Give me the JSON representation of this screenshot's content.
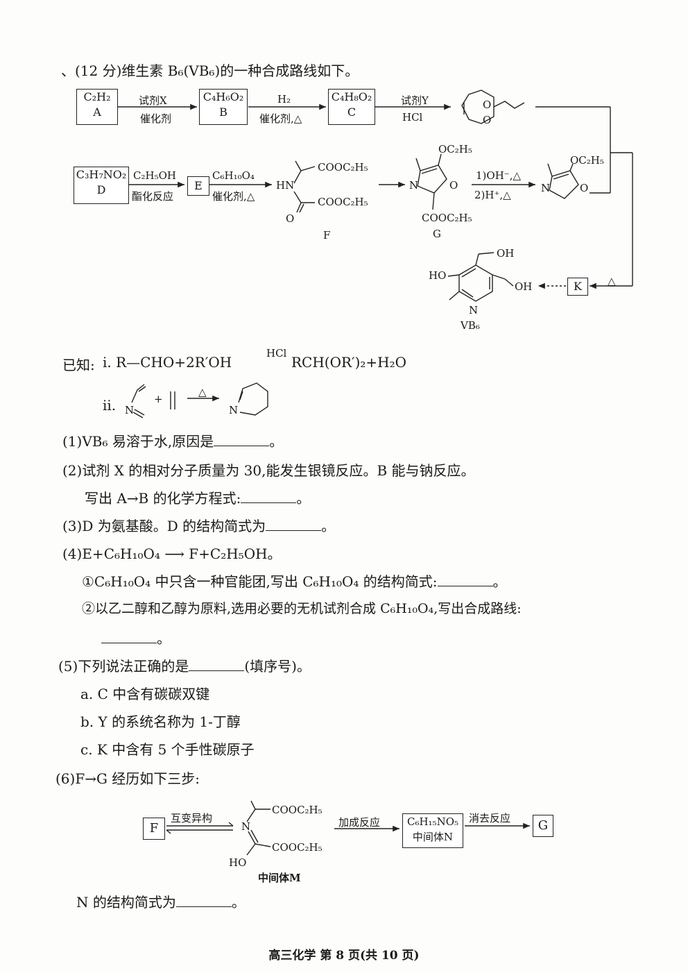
{
  "header": "、(12 分)维生素 B₆(VB₆)的一种合成路线如下。",
  "route": {
    "A_formula": "C₂H₂",
    "A_label": "A",
    "B_formula": "C₄H₆O₂",
    "B_label": "B",
    "C_formula": "C₄H₈O₂",
    "C_label": "C",
    "D_formula": "C₃H₇NO₂",
    "D_label": "D",
    "E_label": "E",
    "F_label": "F",
    "G_label": "G",
    "K_label": "K",
    "VB6_label": "VB₆",
    "reagent_X": "试剂X",
    "catalyst": "催化剂",
    "H2": "H₂",
    "cat_heat": "催化剂,△",
    "reagent_Y": "试剂Y",
    "HCl": "HCl",
    "ethanol": "C₂H₅OH",
    "esterification": "酯化反应",
    "c6h10o4": "C₆H₁₀O₄",
    "step1": "1)OH⁻,△",
    "step2": "2)H⁺,△",
    "heat": "△",
    "F_cooc2h5_top": "COOC₂H₅",
    "F_cooc2h5_bot": "COOC₂H₅",
    "F_HN": "HN",
    "F_O": "O",
    "G_OC2H5": "OC₂H₅",
    "G_N": "N",
    "G_O": "O",
    "G_COOC2H5": "COOC₂H₅",
    "H_OC2H5": "OC₂H₅",
    "H_N": "N",
    "H_O": "O",
    "VB6_HO": "HO",
    "VB6_OH1": "OH",
    "VB6_OH2": "OH",
    "VB6_N": "N",
    "acetal_O1": "O",
    "acetal_O2": "O"
  },
  "known": {
    "label": "已知:",
    "eq1": "i. R—CHO+2R′OH",
    "eq1_cond": "HCl",
    "eq1_product": "RCH(OR′)₂+H₂O",
    "eq2_label": "ⅱ.",
    "eq2_N": "N",
    "eq2_plus": "+",
    "eq2_cond": "△",
    "eq2_product_N": "N"
  },
  "questions": {
    "q1": "(1)VB₆ 易溶于水,原因是",
    "q1_end": "。",
    "q2a": "(2)试剂 X 的相对分子质量为 30,能发生银镜反应。B 能与钠反应。",
    "q2b": "写出 A→B 的化学方程式:",
    "q2b_end": "。",
    "q3": "(3)D 为氨基酸。D 的结构简式为",
    "q3_end": "。",
    "q4": "(4)E+C₆H₁₀O₄ ⟶ F+C₂H₅OH。",
    "q4a": "①C₆H₁₀O₄ 中只含一种官能团,写出 C₆H₁₀O₄ 的结构简式:",
    "q4a_end": "。",
    "q4b": "②以乙二醇和乙醇为原料,选用必要的无机试剂合成 C₆H₁₀O₄,写出合成路线:",
    "q4b_end": "。",
    "q5": "(5)下列说法正确的是",
    "q5_end": "(填序号)。",
    "q5a": "a. C 中含有碳碳双键",
    "q5b": "b. Y 的系统名称为 1-丁醇",
    "q5c": "c. K 中含有 5 个手性碳原子",
    "q6": "(6)F→G 经历如下三步:",
    "q6_F": "F",
    "q6_tautomer": "互变异构",
    "q6_M_top": "COOC₂H₅",
    "q6_M_bot": "COOC₂H₅",
    "q6_M_N": "N",
    "q6_M_HO": "HO",
    "q6_M_label": "中间体M",
    "q6_addition": "加成反应",
    "q6_N_formula": "C₆H₁₅NO₅",
    "q6_N_label": "中间体N",
    "q6_elimination": "消去反应",
    "q6_G": "G",
    "q6_end": "N 的结构简式为",
    "q6_end2": "。"
  },
  "footer": "高三化学  第 8 页(共 10 页)"
}
